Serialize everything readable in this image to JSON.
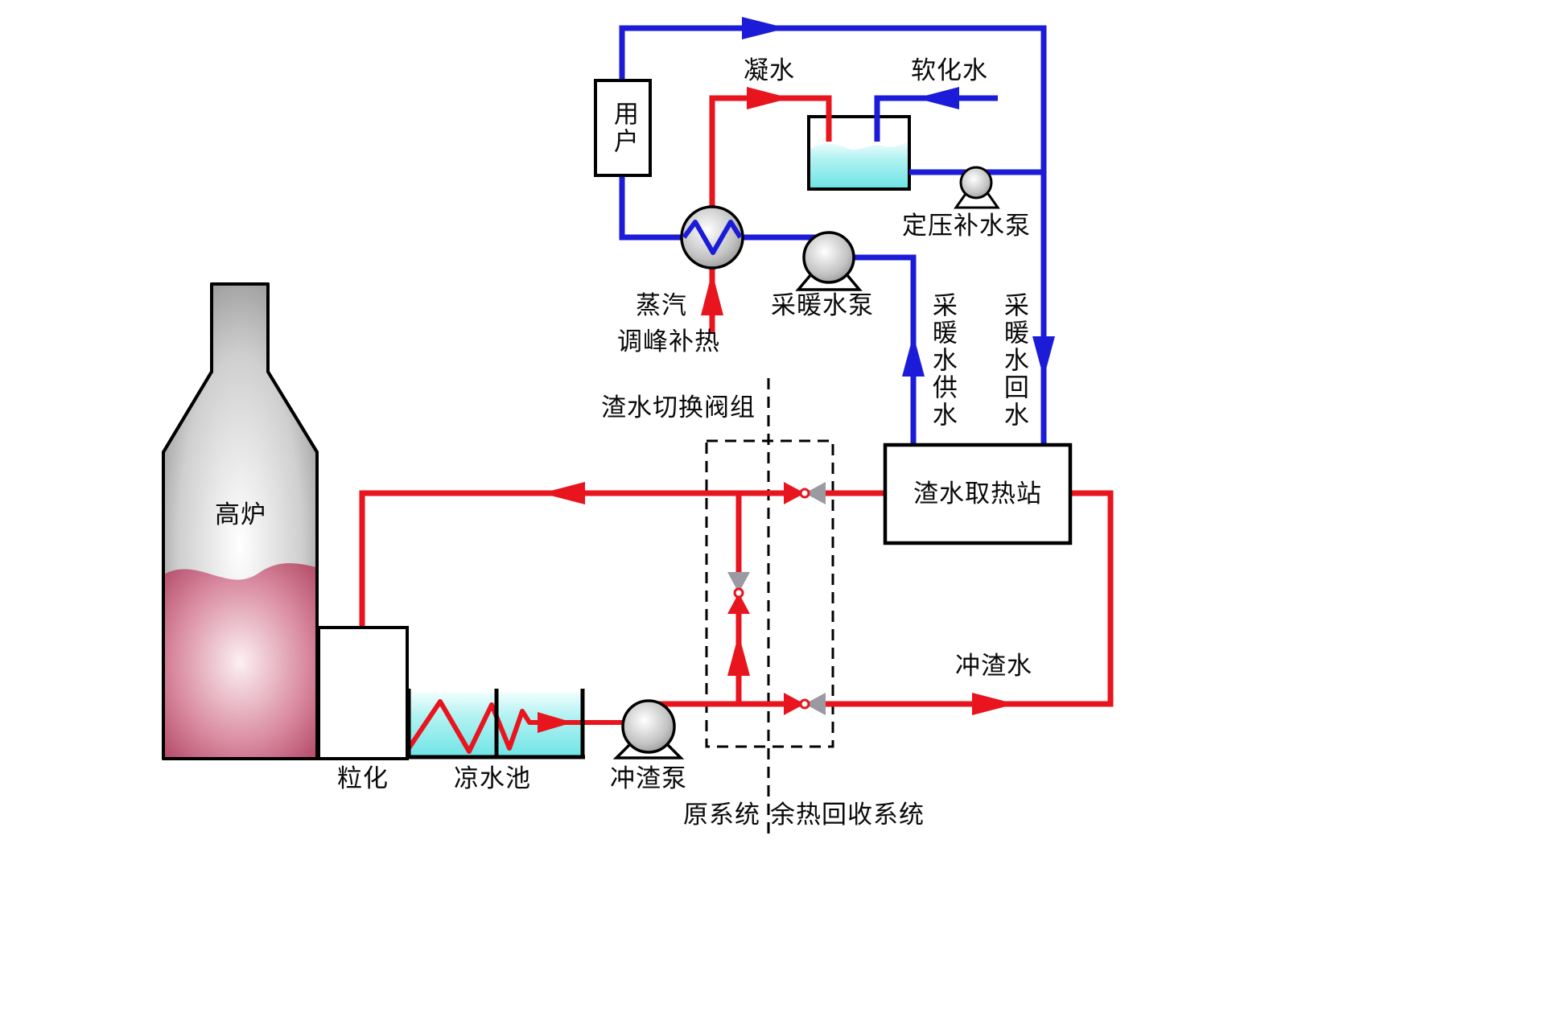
{
  "labels": {
    "blast_furnace": "高炉",
    "granulation": "粒化",
    "cooling_pool": "凉水池",
    "slag_flush_pump": "冲渣泵",
    "valve_group": "渣水切换阀组",
    "original_system": "原系统",
    "recovery_system": "余热回收系统",
    "heat_station": "渣水取热站",
    "slag_flush_water": "冲渣水",
    "user": "用户",
    "condensate": "凝水",
    "softened_water": "软化水",
    "makeup_pump": "定压补水泵",
    "heating_pump": "采暖水泵",
    "steam": "蒸汽",
    "peak_reheating": "调峰补热",
    "heating_supply": "采暖水供水",
    "heating_return": "采暖水回水"
  },
  "colors": {
    "hot_line": "#e8141e",
    "cold_line": "#1c1cd8",
    "pool_water": "#7fe9ea",
    "furnace_melt": "#b34a66",
    "furnace_shell": "#8f8f8f",
    "valve_body": "#9a9aa0",
    "outline": "#000000"
  },
  "icons": {
    "pump": "circle-on-pedestal",
    "heat_exchanger": "circle-with-zigzag",
    "valve": "bowtie-with-center-dot",
    "flow_arrow": "solid-triangle"
  }
}
